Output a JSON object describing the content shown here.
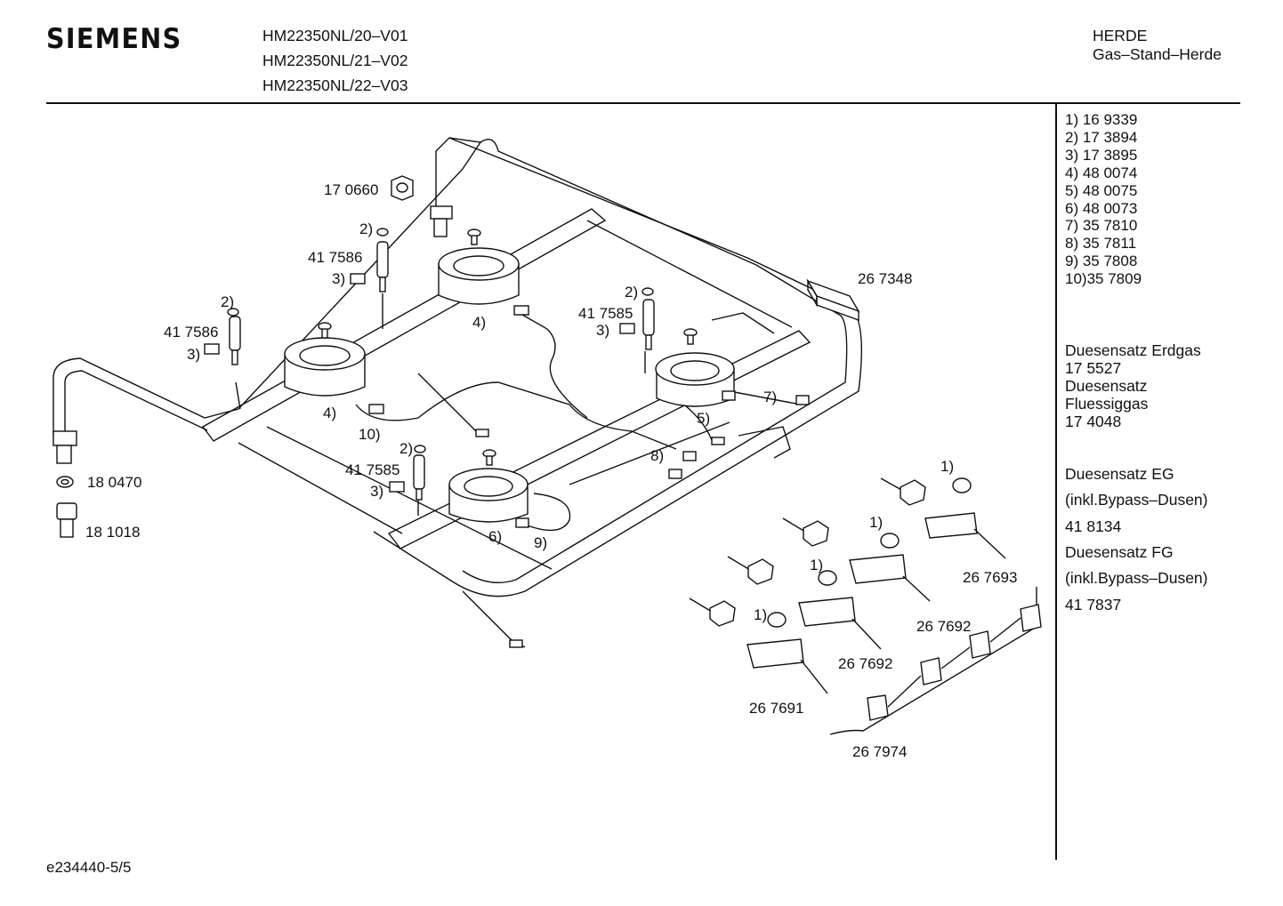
{
  "header": {
    "brand": "SIEMENS",
    "models": [
      "HM22350NL/20–V01",
      "HM22350NL/21–V02",
      "HM22350NL/22–V03"
    ],
    "category": "HERDE",
    "subcategory": "Gas–Stand–Herde"
  },
  "legend": [
    "1) 16 9339",
    "2) 17 3894",
    "3) 17 3895",
    "4) 48 0074",
    "5) 48 0075",
    "6) 48 0073",
    "7) 35 7810",
    "8) 35 7811",
    "9) 35 7808",
    "10)35 7809"
  ],
  "nozzle_sets": [
    "Duesensatz Erdgas",
    "17 5527",
    "Duesensatz",
    "Fluessiggas",
    "17 4048"
  ],
  "bypass_sets": [
    "Duesensatz EG",
    "(inkl.Bypass–Dusen)",
    "41 8134",
    "Duesensatz FG",
    "(inkl.Bypass–Dusen)",
    "41 7837"
  ],
  "part_labels": {
    "nut": "17 0660",
    "ref2_a": "2)",
    "electrode_a": "41 7586",
    "ref3_a": "3)",
    "ref2_b": "2)",
    "electrode_b": "41 7586",
    "ref3_b": "3)",
    "ref4_a": "4)",
    "ref4_b": "4)",
    "ref10": "10)",
    "ref2_c": "2)",
    "electrode_c": "41 7585",
    "ref3_c": "3)",
    "ref2_d": "2)",
    "electrode_d": "41 7585",
    "ref3_d": "3)",
    "ref5": "5)",
    "ref7": "7)",
    "ref8": "8)",
    "ref6": "6)",
    "ref9": "9)",
    "switch": "26 7348",
    "washer": "18 0470",
    "fitting": "18 1018",
    "ref1_a": "1)",
    "ref1_b": "1)",
    "ref1_c": "1)",
    "ref1_d": "1)",
    "tap_a": "26 7693",
    "tap_b": "26 7692",
    "tap_c": "26 7692",
    "tap_d": "26 7691",
    "rail": "26 7974"
  },
  "footer": "e234440-5/5"
}
